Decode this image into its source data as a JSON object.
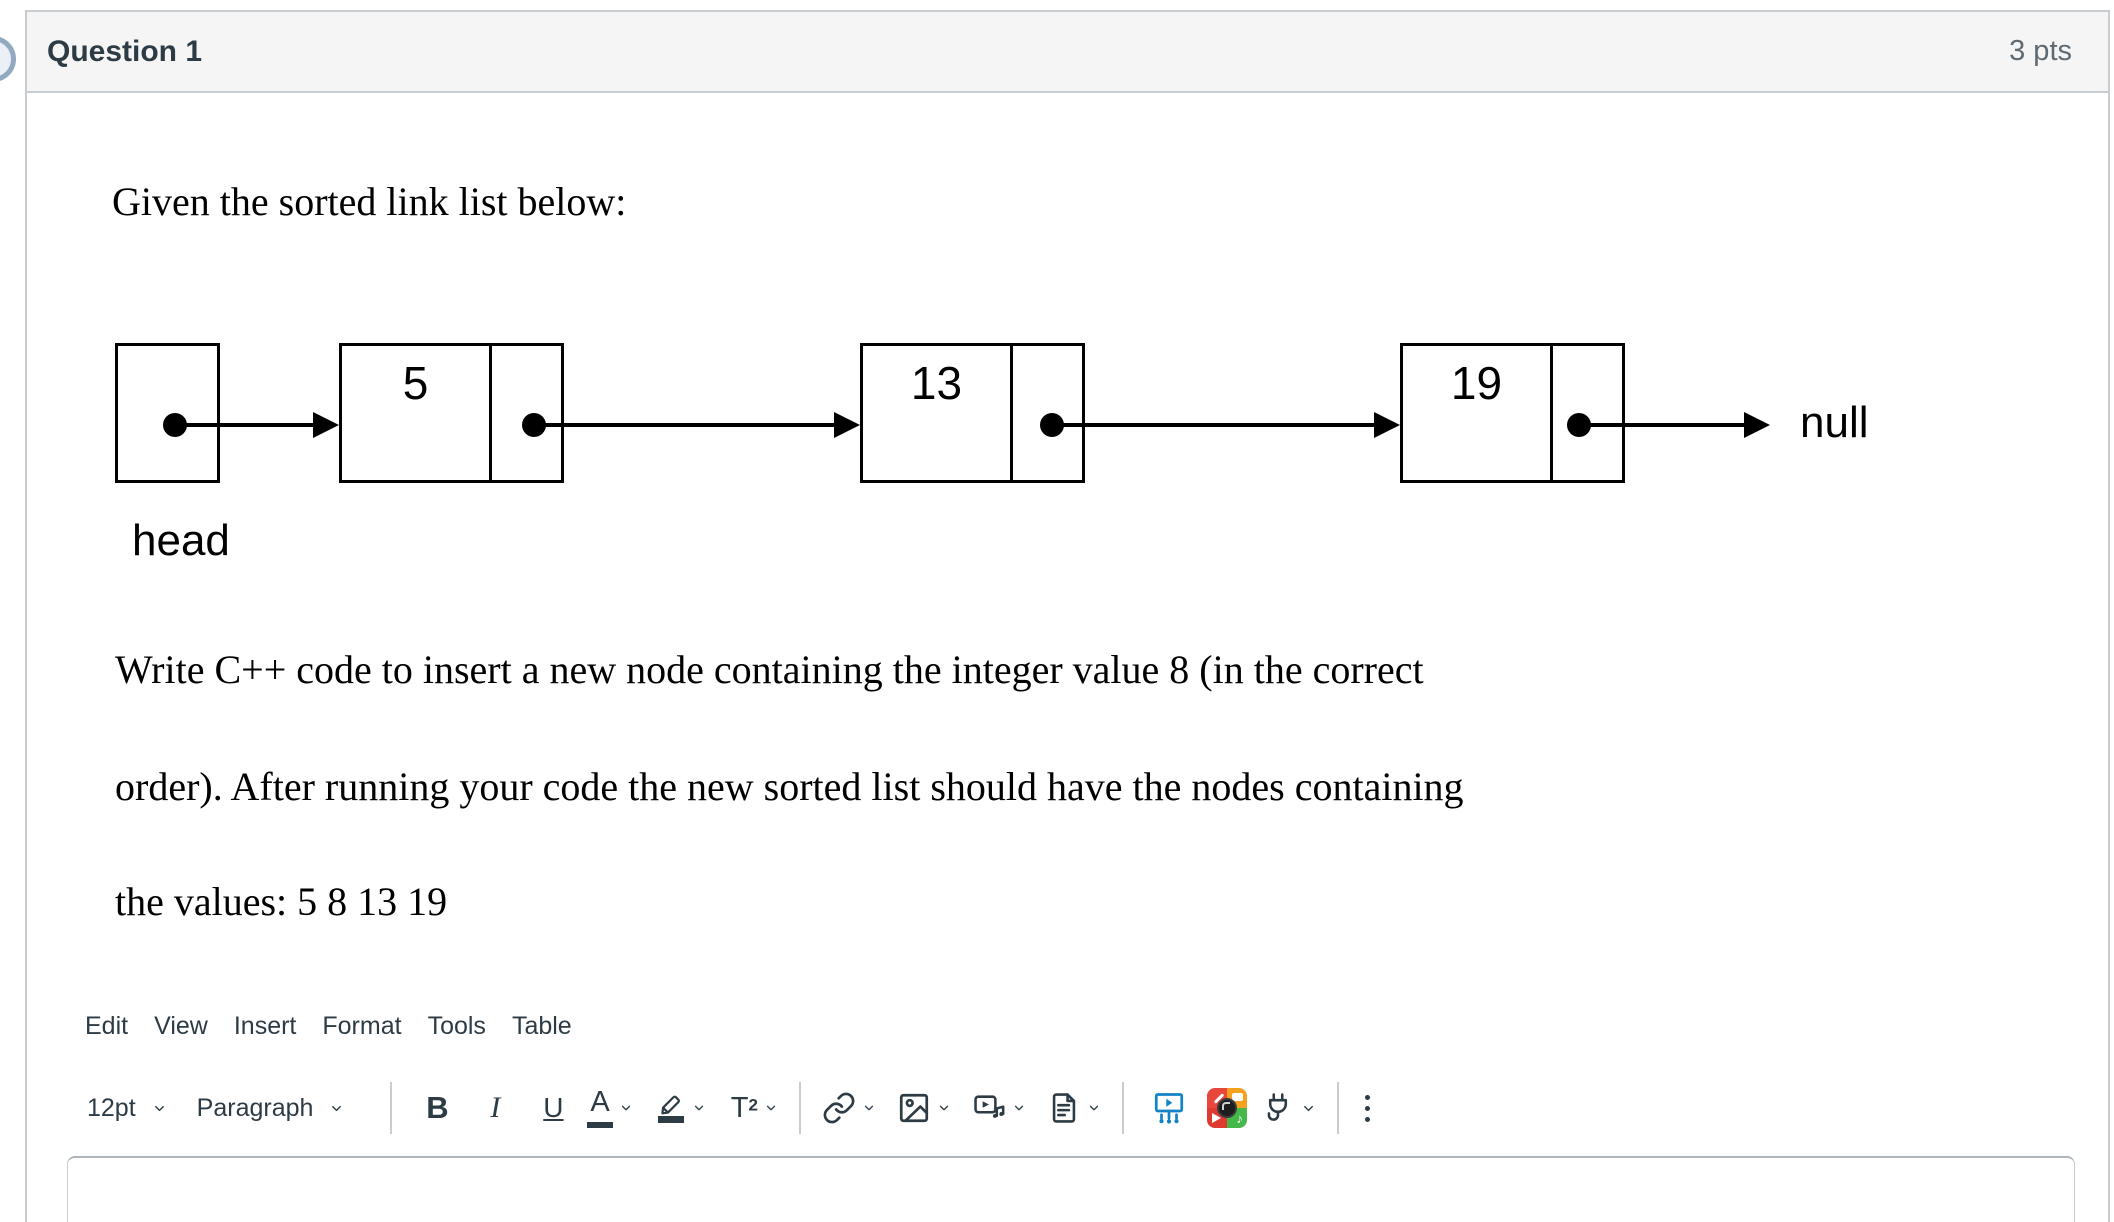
{
  "header": {
    "title": "Question 1",
    "points": "3 pts"
  },
  "question": {
    "intro": "Given the sorted link list below:",
    "body_lines": [
      "Write C++ code to insert a new node containing the integer value 8 (in the correct",
      "order). After running your code the new sorted list should have the nodes containing",
      "the values: 5 8 13 19"
    ]
  },
  "diagram": {
    "type": "singly-linked-list",
    "head_label": "head",
    "null_label": "null",
    "nodes": [
      "5",
      "13",
      "19"
    ]
  },
  "editor": {
    "menu": [
      "Edit",
      "View",
      "Insert",
      "Format",
      "Tools",
      "Table"
    ],
    "font_size_label": "12pt",
    "paragraph_label": "Paragraph",
    "bold_label": "B",
    "italic_label": "I",
    "underline_label": "U",
    "color_label": "A",
    "superscript_label": "T",
    "superscript_exp": "2",
    "icons": [
      "highlighter-icon",
      "superscript-icon",
      "link-icon",
      "image-icon",
      "media-icon",
      "document-icon",
      "studio-icon",
      "apps-icon",
      "plugin-icon",
      "kebab-menu-icon"
    ],
    "textarea_value": ""
  },
  "colors": {
    "ink": "#2D3B45",
    "header_bg": "#F5F5F5",
    "border": "#C7CDD1",
    "points_text": "#5F6A72",
    "studio_blue": "#1283C6",
    "app_red": "#E9463C",
    "app_orange": "#F6A020",
    "app_green": "#46B749"
  }
}
